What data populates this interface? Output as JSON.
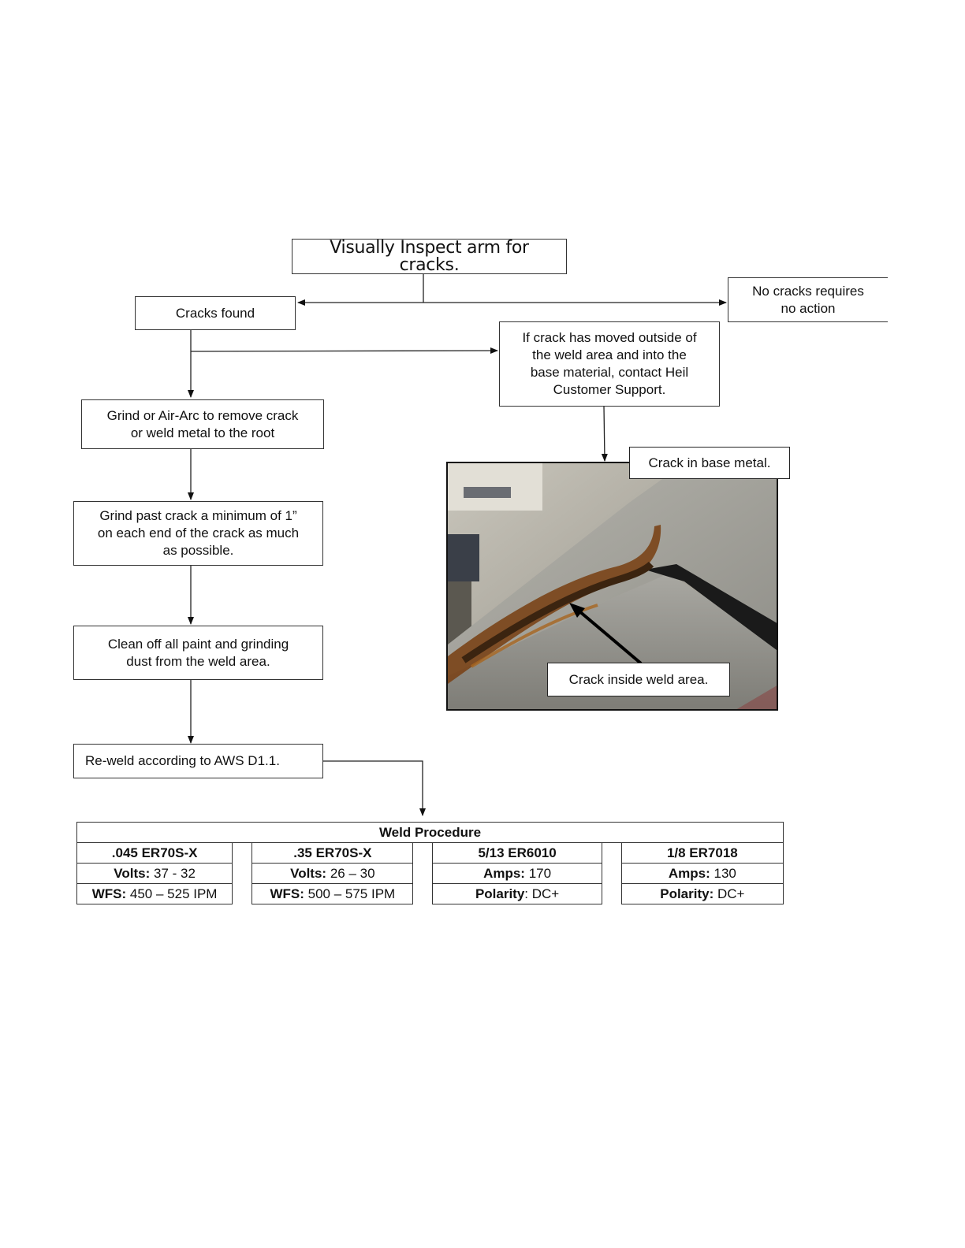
{
  "flow": {
    "start": "Visually Inspect arm for cracks.",
    "cracks_found": "Cracks found",
    "no_cracks": "No cracks requires\nno action",
    "moved_outside": "If crack has moved outside of\nthe weld area and into the\nbase material, contact Heil\nCustomer Support.",
    "grind_remove": "Grind or Air-Arc to remove crack\nor weld metal to the root",
    "grind_past": "Grind past crack a minimum of 1”\non each end of the crack as much\nas possible.",
    "clean_off": "Clean off all paint and grinding\ndust from the weld area.",
    "reweld": "Re-weld according to AWS D1.1."
  },
  "photo": {
    "callout_base": "Crack in base metal.",
    "callout_weld": "Crack inside weld area."
  },
  "weld_procedure": {
    "title": "Weld Procedure",
    "columns": [
      {
        "heading": ".045 ER70S-X",
        "row1_label": "Volts:",
        "row1_value": " 37 - 32",
        "row2_label": "WFS:",
        "row2_value": " 450 – 525 IPM"
      },
      {
        "heading": ".35 ER70S-X",
        "row1_label": "Volts:",
        "row1_value": " 26 – 30",
        "row2_label": "WFS:",
        "row2_value": " 500 – 575 IPM"
      },
      {
        "heading": "5/13 ER6010",
        "row1_label": "Amps:",
        "row1_value": " 170",
        "row2_label": "Polarity",
        "row2_value": ": DC+"
      },
      {
        "heading": "1/8 ER7018",
        "row1_label": "Amps:",
        "row1_value": " 130",
        "row2_label": "Polarity:",
        "row2_value": " DC+"
      }
    ]
  }
}
